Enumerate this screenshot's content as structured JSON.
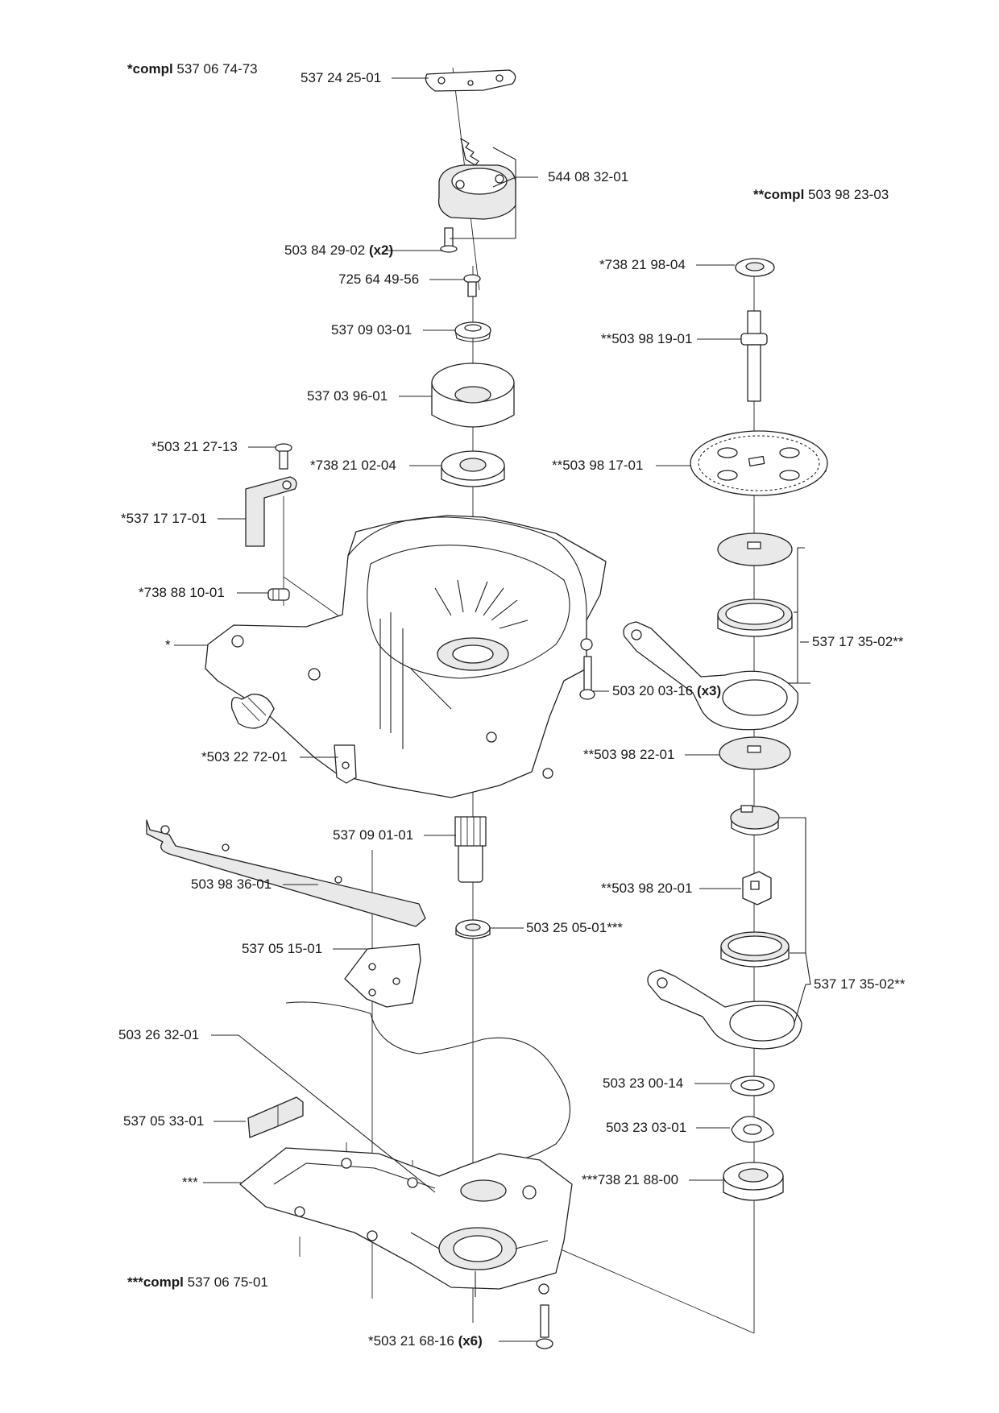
{
  "title": "",
  "kits": {
    "kit1": {
      "prefix": "*compl",
      "number": "537 06 74-73"
    },
    "kit2": {
      "prefix": "**compl",
      "number": "503 98 23-03"
    },
    "kit3": {
      "prefix": "***compl",
      "number": "537 06 75-01"
    }
  },
  "labels": [
    {
      "id": "l1",
      "text": "537 24 25-01"
    },
    {
      "id": "l2",
      "text": "544 08 32-01"
    },
    {
      "id": "l3",
      "text": "503 84 29-02",
      "qty": "(x2)"
    },
    {
      "id": "l4",
      "text": "725 64 49-56"
    },
    {
      "id": "l5",
      "text": "537 09 03-01"
    },
    {
      "id": "l6",
      "text": "537 03 96-01"
    },
    {
      "id": "l7",
      "text": "*503 21 27-13"
    },
    {
      "id": "l8",
      "text": "*738 21 02-04"
    },
    {
      "id": "l9",
      "text": "*537 17 17-01"
    },
    {
      "id": "l10",
      "text": "*738 88 10-01"
    },
    {
      "id": "l11",
      "text": "*"
    },
    {
      "id": "l12",
      "text": "*503 22 72-01"
    },
    {
      "id": "l13",
      "text": "503 20 03-16",
      "qty": "(x3)"
    },
    {
      "id": "l14",
      "text": "537 09 01-01"
    },
    {
      "id": "l15",
      "text": "503 98 36-01"
    },
    {
      "id": "l16",
      "text": "503 25 05-01***"
    },
    {
      "id": "l17",
      "text": "537 05 15-01"
    },
    {
      "id": "l18",
      "text": "503 26 32-01"
    },
    {
      "id": "l19",
      "text": "537 05 33-01"
    },
    {
      "id": "l20",
      "text": "***"
    },
    {
      "id": "l21",
      "text": "*503 21 68-16",
      "qty": "(x6)"
    },
    {
      "id": "l22",
      "text": "*738 21 98-04"
    },
    {
      "id": "l23",
      "text": "**503 98 19-01"
    },
    {
      "id": "l24",
      "text": "**503 98 17-01"
    },
    {
      "id": "l25",
      "text": "537 17 35-02**"
    },
    {
      "id": "l26",
      "text": "**503 98 22-01"
    },
    {
      "id": "l27",
      "text": "**503 98 20-01"
    },
    {
      "id": "l28",
      "text": "537 17 35-02**"
    },
    {
      "id": "l29",
      "text": "503 23 00-14"
    },
    {
      "id": "l30",
      "text": "503 23 03-01"
    },
    {
      "id": "l31",
      "text": "***738 21 88-00"
    }
  ]
}
